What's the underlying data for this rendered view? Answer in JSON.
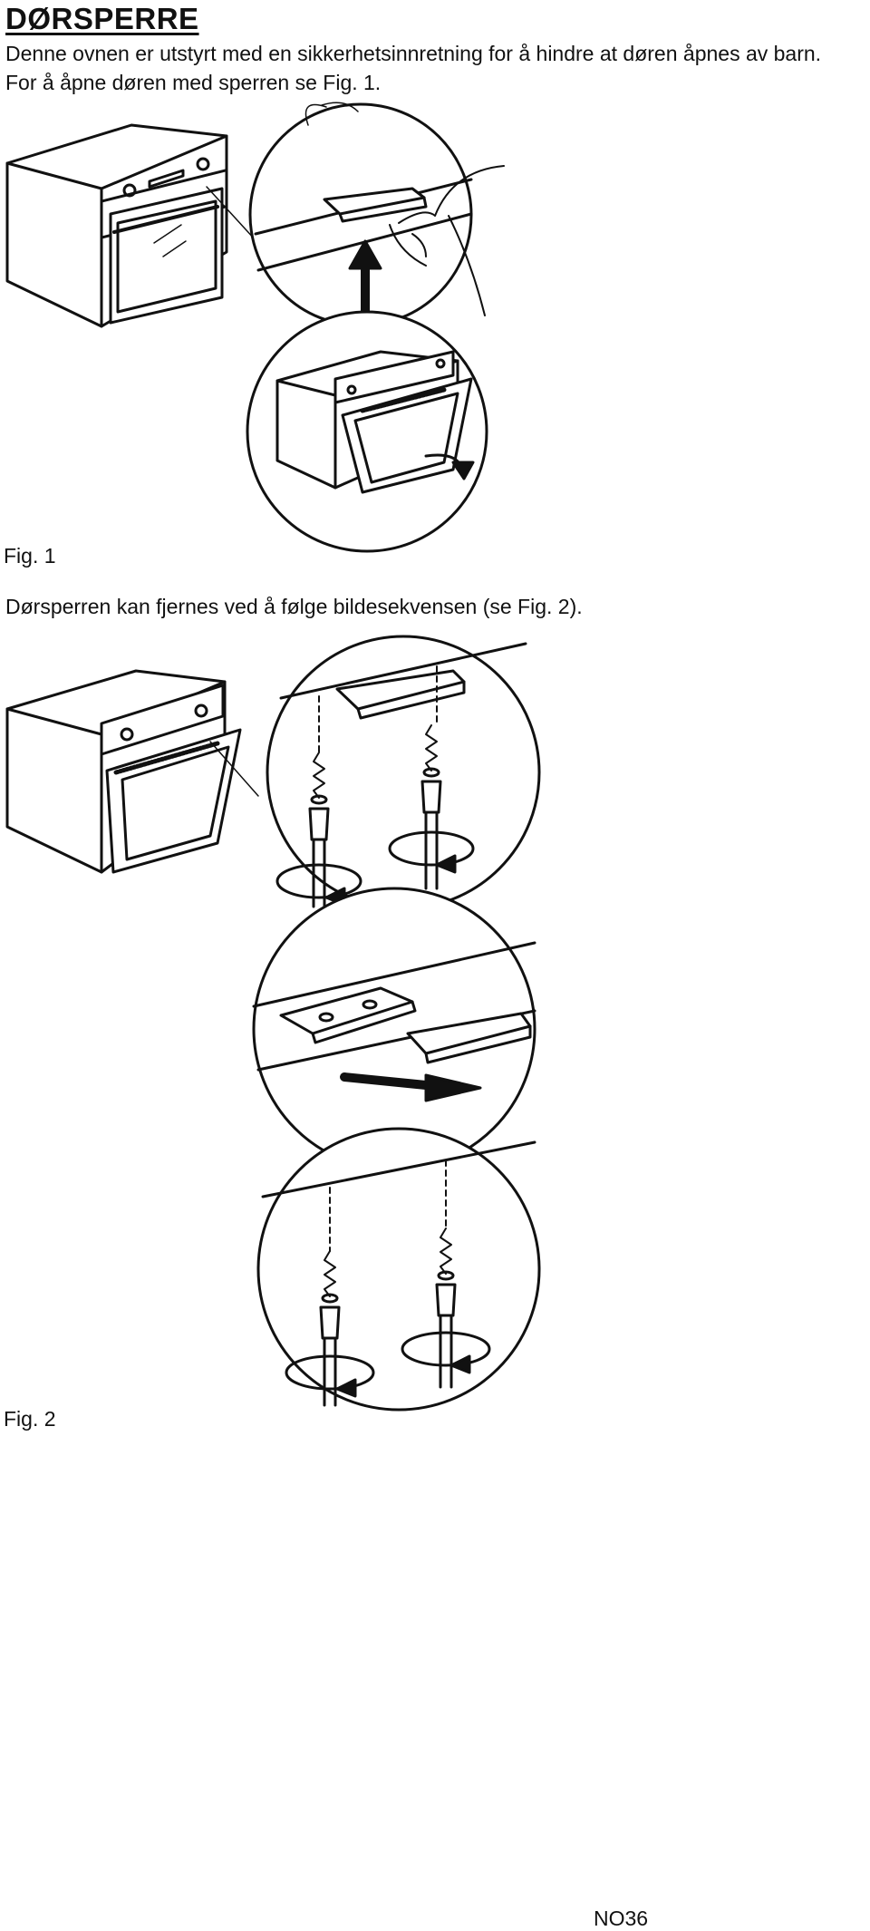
{
  "document": {
    "heading": "DØRSPERRE",
    "intro_line_1": "Denne ovnen er utstyrt med en sikkerhetsinnretning for å hindre at døren åpnes av barn.",
    "intro_line_2": "For å åpne døren med sperren se Fig. 1.",
    "fig1_caption": "Fig. 1",
    "removal_text": "Dørsperren kan fjernes ved å følge bildesekvensen (se Fig. 2).",
    "fig2_caption": "Fig. 2",
    "page_number": "NO36"
  },
  "figures": {
    "fig1": {
      "illustration": "oven-door-lock-opening",
      "icons": [
        "oven-icon",
        "hand-icon",
        "up-arrow-icon",
        "door-open-arrow-icon"
      ]
    },
    "fig2": {
      "illustration": "door-lock-removal-sequence",
      "icons": [
        "oven-icon",
        "screw-icon",
        "screwdriver-icon",
        "rotation-arrow-icon",
        "pull-arrow-icon"
      ]
    }
  }
}
